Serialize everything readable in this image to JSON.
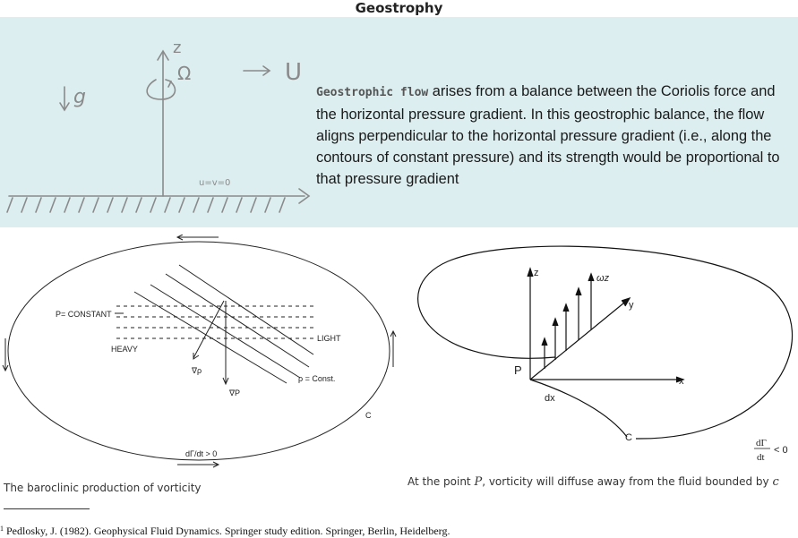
{
  "title": "Geostrophy",
  "callout": {
    "code_term": "Geostrophic flow",
    "text": " arises from a balance between the Coriolis force and the horizontal pressure gradient. In this geostrophic balance, the flow aligns perpendicular to the horizontal pressure gradient (i.e., along the contours of constant pressure) and its strength would be proportional to that pressure gradient"
  },
  "sketch_labels": {
    "z": "z",
    "omega": "Ω",
    "g": "g",
    "u": "U",
    "bottom": "u=v=0"
  },
  "left_figure": {
    "p_constant": "P= CONSTANT",
    "heavy": "HEAVY",
    "light": "LIGHT",
    "grad_rho": "∇ρ",
    "grad_p": "∇P",
    "rho_const": "ρ = Const.",
    "c": "C",
    "dgamma": "dΓ/dt > 0",
    "caption": "The baroclinic production of vorticity"
  },
  "right_figure": {
    "z": "z",
    "omega_z": "ωz",
    "y": "y",
    "x": "x",
    "p": "P",
    "dx": "dx",
    "c": "C",
    "dgamma_num": "dΓ",
    "dgamma_den": "dt",
    "dgamma_rel": "< 0",
    "caption_pre": "At the point ",
    "caption_p": "P",
    "caption_mid": ", vorticity will diffuse away from the fluid bounded by ",
    "caption_c": "c"
  },
  "footnote": {
    "marker": "1",
    "text": " Pedlosky, J. (1982). Geophysical Fluid Dynamics. Springer study edition. Springer, Berlin, Heidelberg."
  }
}
